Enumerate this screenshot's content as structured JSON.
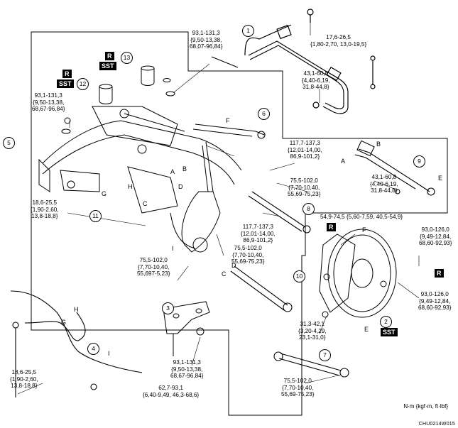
{
  "callouts": [
    "1",
    "2",
    "3",
    "4",
    "5",
    "6",
    "7",
    "8",
    "9",
    "10",
    "11",
    "12",
    "13"
  ],
  "letters": {
    "A": "A",
    "B": "B",
    "C": "C",
    "D": "D",
    "E": "E",
    "F": "F",
    "G": "G",
    "H": "H",
    "I": "I"
  },
  "tags": {
    "r": "R",
    "sst": "SST"
  },
  "torques": {
    "t1": "93,1-131,3\n{9,50-13,38,\n68,07-96,84}",
    "t2": "17,6-26,5\n{1,80-2,70, 13,0-19,5}",
    "t3": "43,1-60,8\n{4,40-6,19,\n31,8-44,8}",
    "t4": "93,1-131,3\n{9,50-13,38,\n68,67-96,84}",
    "t5": "117,7-137,3\n{12,01-14,00,\n86,9-101,2}",
    "t6": "75,5-102,0\n{7,70-10,40,\n55,69-75,23}",
    "t7": "43,1-60,8\n{4,40-6,19,\n31,8-44,8}",
    "t8": "18,6-25,5\n{1,90-2,60,\n13,8-18,8}",
    "t9": "117,7-137,3\n{12,01-14,00,\n86,9-101,2}",
    "t10": "75,5-102,0\n{7,70-10,40,\n55,69-75,23}",
    "t11": "54,9-74,5 {5,60-7,59, 40,5-54,9}",
    "t12": "93,0-126,0\n{9,49-12,84,\n68,60-92,93}",
    "t13": "75,5-102,0\n{7,70-10,40,\n55,697-5,23}",
    "t14": "93,0-126,0\n{9,49-12,84,\n68,60-92,93}",
    "t15": "31,3-42,1\n{3,20-4,29,\n23,1-31,0}",
    "t16": "93,1-131,3\n{9,50-13,38,\n68,67-96,84}",
    "t17": "18,6-25,5\n{1,90-2,60,\n13,8-18,8}",
    "t18": "62,7-93,1\n{6,40-9,49, 46,3-68,6}",
    "t19": "75,5-102,0\n{7,70-10,40,\n55,69-75,23}"
  },
  "legend": "N·m {kgf·m, ft·lbf}",
  "code": "CHU0214W015"
}
